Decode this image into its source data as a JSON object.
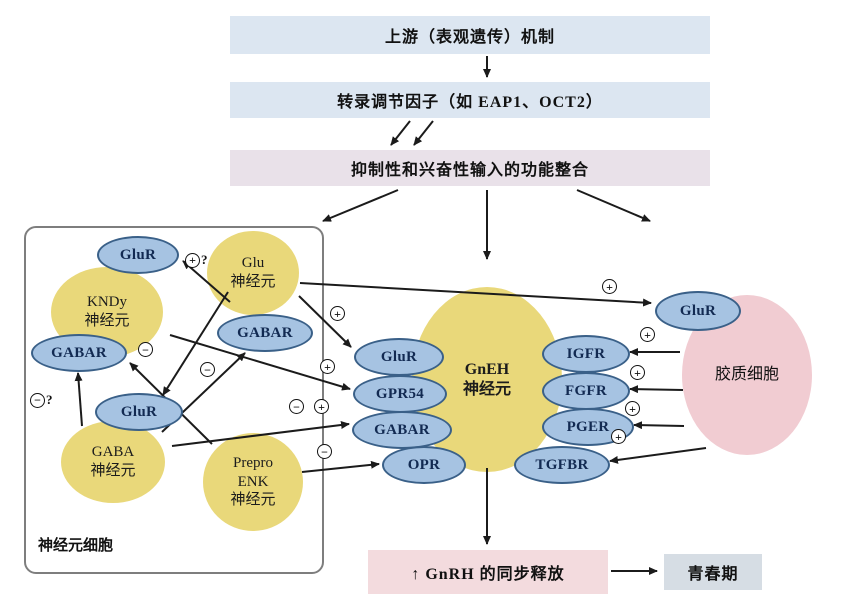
{
  "flow": {
    "box1": "上游（表观遗传）机制",
    "box2": "转录调节因子（如 EAP1、OCT2）",
    "box3": "抑制性和兴奋性输入的功能整合"
  },
  "panel": {
    "label": "神经元细胞"
  },
  "neurons": {
    "kndy": "KNDy\n神经元",
    "glu": "Glu\n神经元",
    "gaba": "GABA\n神经元",
    "preproenk": "Prepro\nENK\n神经元",
    "gneh": "GnEH\n神经元",
    "glial": "胶质细胞"
  },
  "receptors": {
    "kndy_glur": "GluR",
    "kndy_gabar": "GABAR",
    "glu_gabar": "GABAR",
    "gaba_glur": "GluR",
    "gneh_glur": "GluR",
    "gneh_gpr54": "GPR54",
    "gneh_gabar": "GABAR",
    "gneh_opr": "OPR",
    "gneh_igfr": "IGFR",
    "gneh_fgfr": "FGFR",
    "gneh_pger": "PGER",
    "gneh_tgfbr": "TGFBR",
    "glial_glur": "GluR"
  },
  "signs": {
    "plus": "+",
    "minus": "−",
    "question": "?"
  },
  "outputs": {
    "release": "↑ GnRH 的同步释放",
    "puberty": "青春期"
  },
  "colors": {
    "flow_blue": "#dce6f1",
    "flow_mauve": "#e9e1e9",
    "neuron_yellow": "#e9d87a",
    "receptor_fill": "#a6c3e2",
    "receptor_border": "#3a6088",
    "glial_pink": "#f1ccd2",
    "release_pink": "#f3dbde",
    "puberty_gray": "#d6dde4"
  }
}
